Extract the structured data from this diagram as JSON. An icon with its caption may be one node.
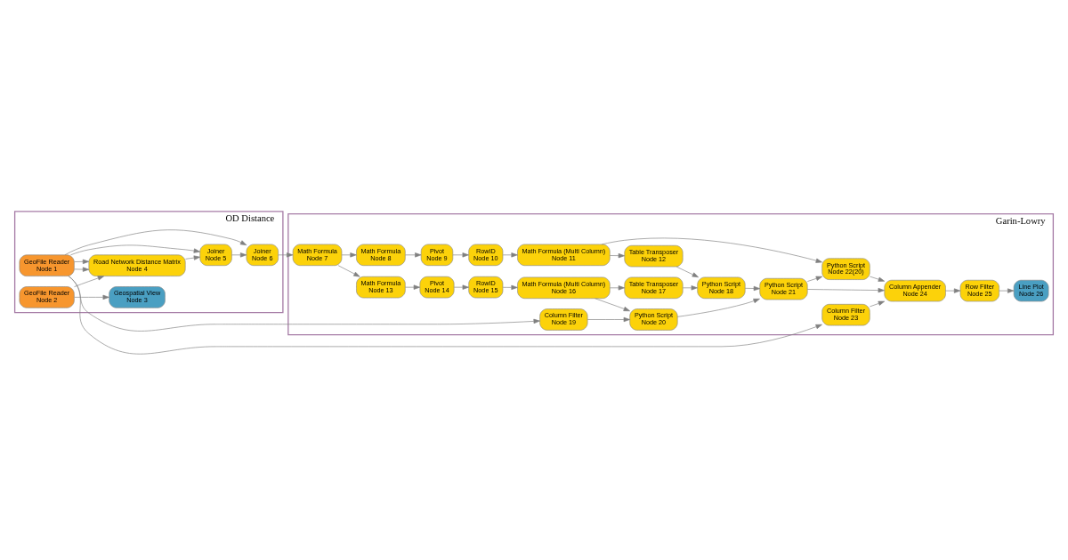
{
  "diagram": {
    "nodes": [
      {
        "text": [
          "OD Distance"
        ]
      },
      {
        "text": [
          "GeoFile Reader",
          "Node 1"
        ],
        "in": 0
      },
      {
        "text": [
          "GeoFile Reader",
          "Node 2"
        ],
        "in": 0
      },
      {
        "text": [
          "Geospatial View",
          "Node 3"
        ],
        "in": 0
      },
      {
        "text": [
          "Road Network Distance Matrix",
          "Node 4"
        ],
        "in": 0
      },
      {
        "text": [
          "Joiner",
          "Node 5"
        ],
        "in": 0
      },
      {
        "text": [
          "Joiner",
          "Node 6"
        ],
        "in": 0
      },
      {
        "text": [
          "Garin-Lowry"
        ]
      },
      {
        "text": [
          "Math Formula",
          "Node 7"
        ],
        "in": 7
      },
      {
        "text": [
          "Math Formula",
          "Node 8"
        ],
        "in": 7
      },
      {
        "text": [
          "Pivot",
          "Node 9"
        ],
        "in": 7
      },
      {
        "text": [
          "RowID",
          "Node 10"
        ],
        "in": 7
      },
      {
        "text": [
          "Math Formula (Multi Column)",
          "Node 11"
        ],
        "in": 7
      },
      {
        "text": [
          "Table Transposer",
          "Node 12"
        ],
        "in": 7
      },
      {
        "text": [
          "Math Formula",
          "Node 13"
        ],
        "in": 7
      },
      {
        "text": [
          "Pivot",
          "Node 14"
        ],
        "in": 7
      },
      {
        "text": [
          "RowID",
          "Node 15"
        ],
        "in": 7
      },
      {
        "text": [
          "Math Formula (Multi Column)",
          "Node 16"
        ],
        "in": 7
      },
      {
        "text": [
          "Table Transposer",
          "Node 17"
        ],
        "in": 7
      },
      {
        "text": [
          "Python Script",
          "Node 18"
        ],
        "in": 7
      },
      {
        "text": [
          "Column Filter",
          "Node 19"
        ],
        "in": 7
      },
      {
        "text": [
          "Python Script",
          "Node 20"
        ],
        "in": 7
      },
      {
        "text": [
          "Python Script",
          "Node 21"
        ],
        "in": 7
      },
      {
        "text": [
          "Python Script",
          "Node 22(20)"
        ],
        "in": 7
      },
      {
        "text": [
          "Column Filter",
          "Node 23"
        ],
        "in": 7
      },
      {
        "text": [
          "Column Appender",
          "Node 24"
        ],
        "in": 7
      },
      {
        "text": [
          "Row Filter",
          "Node 25"
        ],
        "in": 7
      },
      {
        "text": [
          "Line Plot",
          "Node 26"
        ],
        "in": 7
      }
    ],
    "edges": [
      {
        "from": 2,
        "to": 3,
        "arrow": "to"
      },
      {
        "from": 2,
        "to": 4,
        "arrow": "to"
      },
      {
        "from": 1,
        "to": 4,
        "arrow": "to"
      },
      {
        "from": 1,
        "to": 4,
        "arrow": "to"
      },
      {
        "from": 1,
        "to": 5,
        "arrow": "to"
      },
      {
        "from": 1,
        "to": 6,
        "arrow": "to"
      },
      {
        "from": 4,
        "to": 5,
        "arrow": "to"
      },
      {
        "from": 5,
        "to": 6,
        "arrow": "to"
      },
      {
        "from": 6,
        "to": 8,
        "arrow": "to"
      },
      {
        "from": 1,
        "to": 20,
        "arrow": "to"
      },
      {
        "from": 1,
        "to": 24,
        "arrow": "to"
      },
      {
        "from": 8,
        "to": 9,
        "arrow": "to"
      },
      {
        "from": 8,
        "to": 14,
        "arrow": "to"
      },
      {
        "from": 9,
        "to": 10,
        "arrow": "to"
      },
      {
        "from": 10,
        "to": 11,
        "arrow": "to"
      },
      {
        "from": 11,
        "to": 12,
        "arrow": "to"
      },
      {
        "from": 12,
        "to": 13,
        "arrow": "to"
      },
      {
        "from": 12,
        "to": 23,
        "arrow": "to"
      },
      {
        "from": 13,
        "to": 19,
        "arrow": "to"
      },
      {
        "from": 14,
        "to": 15,
        "arrow": "to"
      },
      {
        "from": 15,
        "to": 16,
        "arrow": "to"
      },
      {
        "from": 16,
        "to": 17,
        "arrow": "to"
      },
      {
        "from": 17,
        "to": 18,
        "arrow": "to"
      },
      {
        "from": 17,
        "to": 21,
        "arrow": "to"
      },
      {
        "from": 18,
        "to": 19,
        "arrow": "to"
      },
      {
        "from": 19,
        "to": 22,
        "arrow": "to"
      },
      {
        "from": 20,
        "to": 21,
        "arrow": "to"
      },
      {
        "from": 21,
        "to": 22,
        "arrow": "to"
      },
      {
        "from": 22,
        "to": 23,
        "arrow": "to"
      },
      {
        "from": 22,
        "to": 25,
        "arrow": "to"
      },
      {
        "from": 23,
        "to": 25,
        "arrow": "to"
      },
      {
        "from": 24,
        "to": 25,
        "arrow": "to"
      },
      {
        "from": 25,
        "to": 26,
        "arrow": "to"
      },
      {
        "from": 26,
        "to": 27,
        "arrow": "to"
      }
    ]
  }
}
